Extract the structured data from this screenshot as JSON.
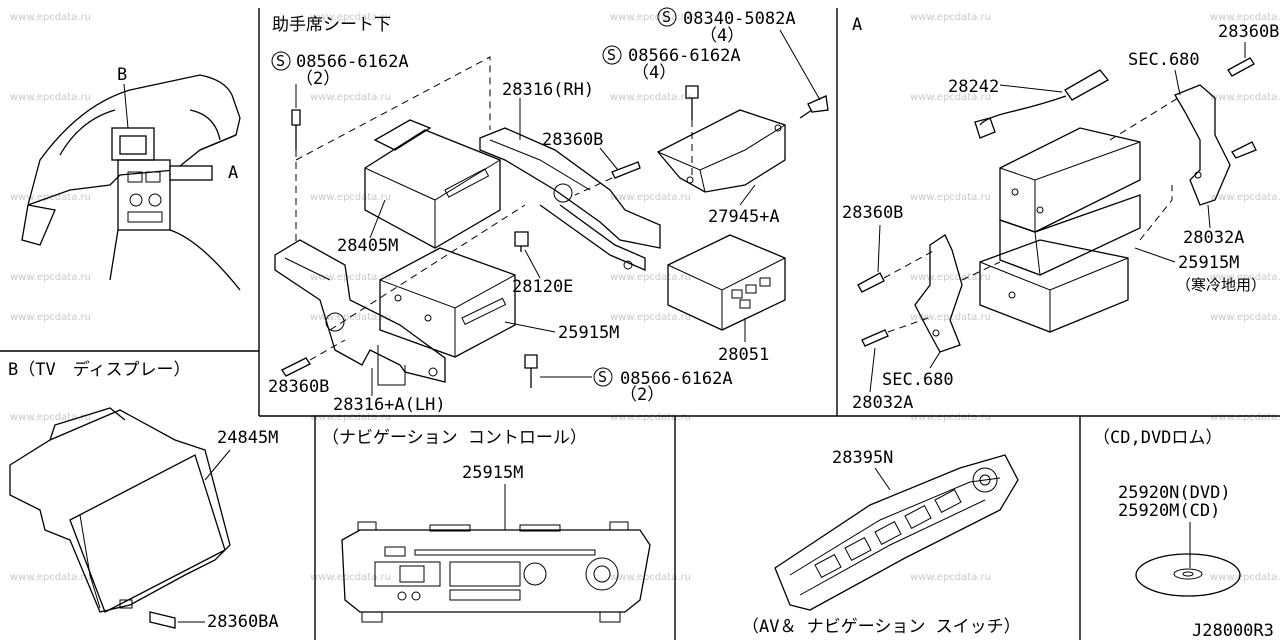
{
  "watermark": "www.epcdata.ru",
  "headers": {
    "passenger_seat": "助手席シート下",
    "section_a": "A",
    "section_b": "B（TV　ディスプレー）",
    "navi_control": "（ナビゲーション コントロール）",
    "cd_dvd": "（CD,DVDロム）",
    "av_switch": "（AV＆ ナビゲーション スイッチ）"
  },
  "overview": {
    "callout_b": "B",
    "callout_a": "A"
  },
  "parts": {
    "bolt_08566_top": "08566-6162A",
    "bolt_08566_top_qty": "（2）",
    "bolt_08340": "08340-5082A",
    "bolt_08340_qty": "（4）",
    "bolt_08566_mid": "08566-6162A",
    "bolt_08566_mid_qty": "（4）",
    "bolt_08566_bot": "08566-6162A",
    "bolt_08566_bot_qty": "（2）",
    "bracket_rh": "28316(RH)",
    "screw_28360b_1": "28360B",
    "cover_27945": "27945+A",
    "unit_28405m": "28405M",
    "grommet_28120e": "28120E",
    "unit_25915m_1": "25915M",
    "unit_28051": "28051",
    "screw_28360b_2": "28360B",
    "bracket_lh": "28316+A(LH)",
    "antenna_28242": "28242",
    "sec_680_top": "SEC.680",
    "screw_28360b_3": "28360B",
    "screw_28360b_4": "28360B",
    "bracket_28032a_1": "28032A",
    "unit_25915m_2": "25915M",
    "cold_region": "（寒冷地用）",
    "sec_680_bot": "SEC.680",
    "bracket_28032a_2": "28032A",
    "display_24845m": "24845M",
    "screw_28360ba": "28360BA",
    "unit_25915m_3": "25915M",
    "switch_28395n": "28395N",
    "disc_dvd": "25920N(DVD)",
    "disc_cd": "25920M(CD)"
  },
  "diagram_code": "J28000R3"
}
